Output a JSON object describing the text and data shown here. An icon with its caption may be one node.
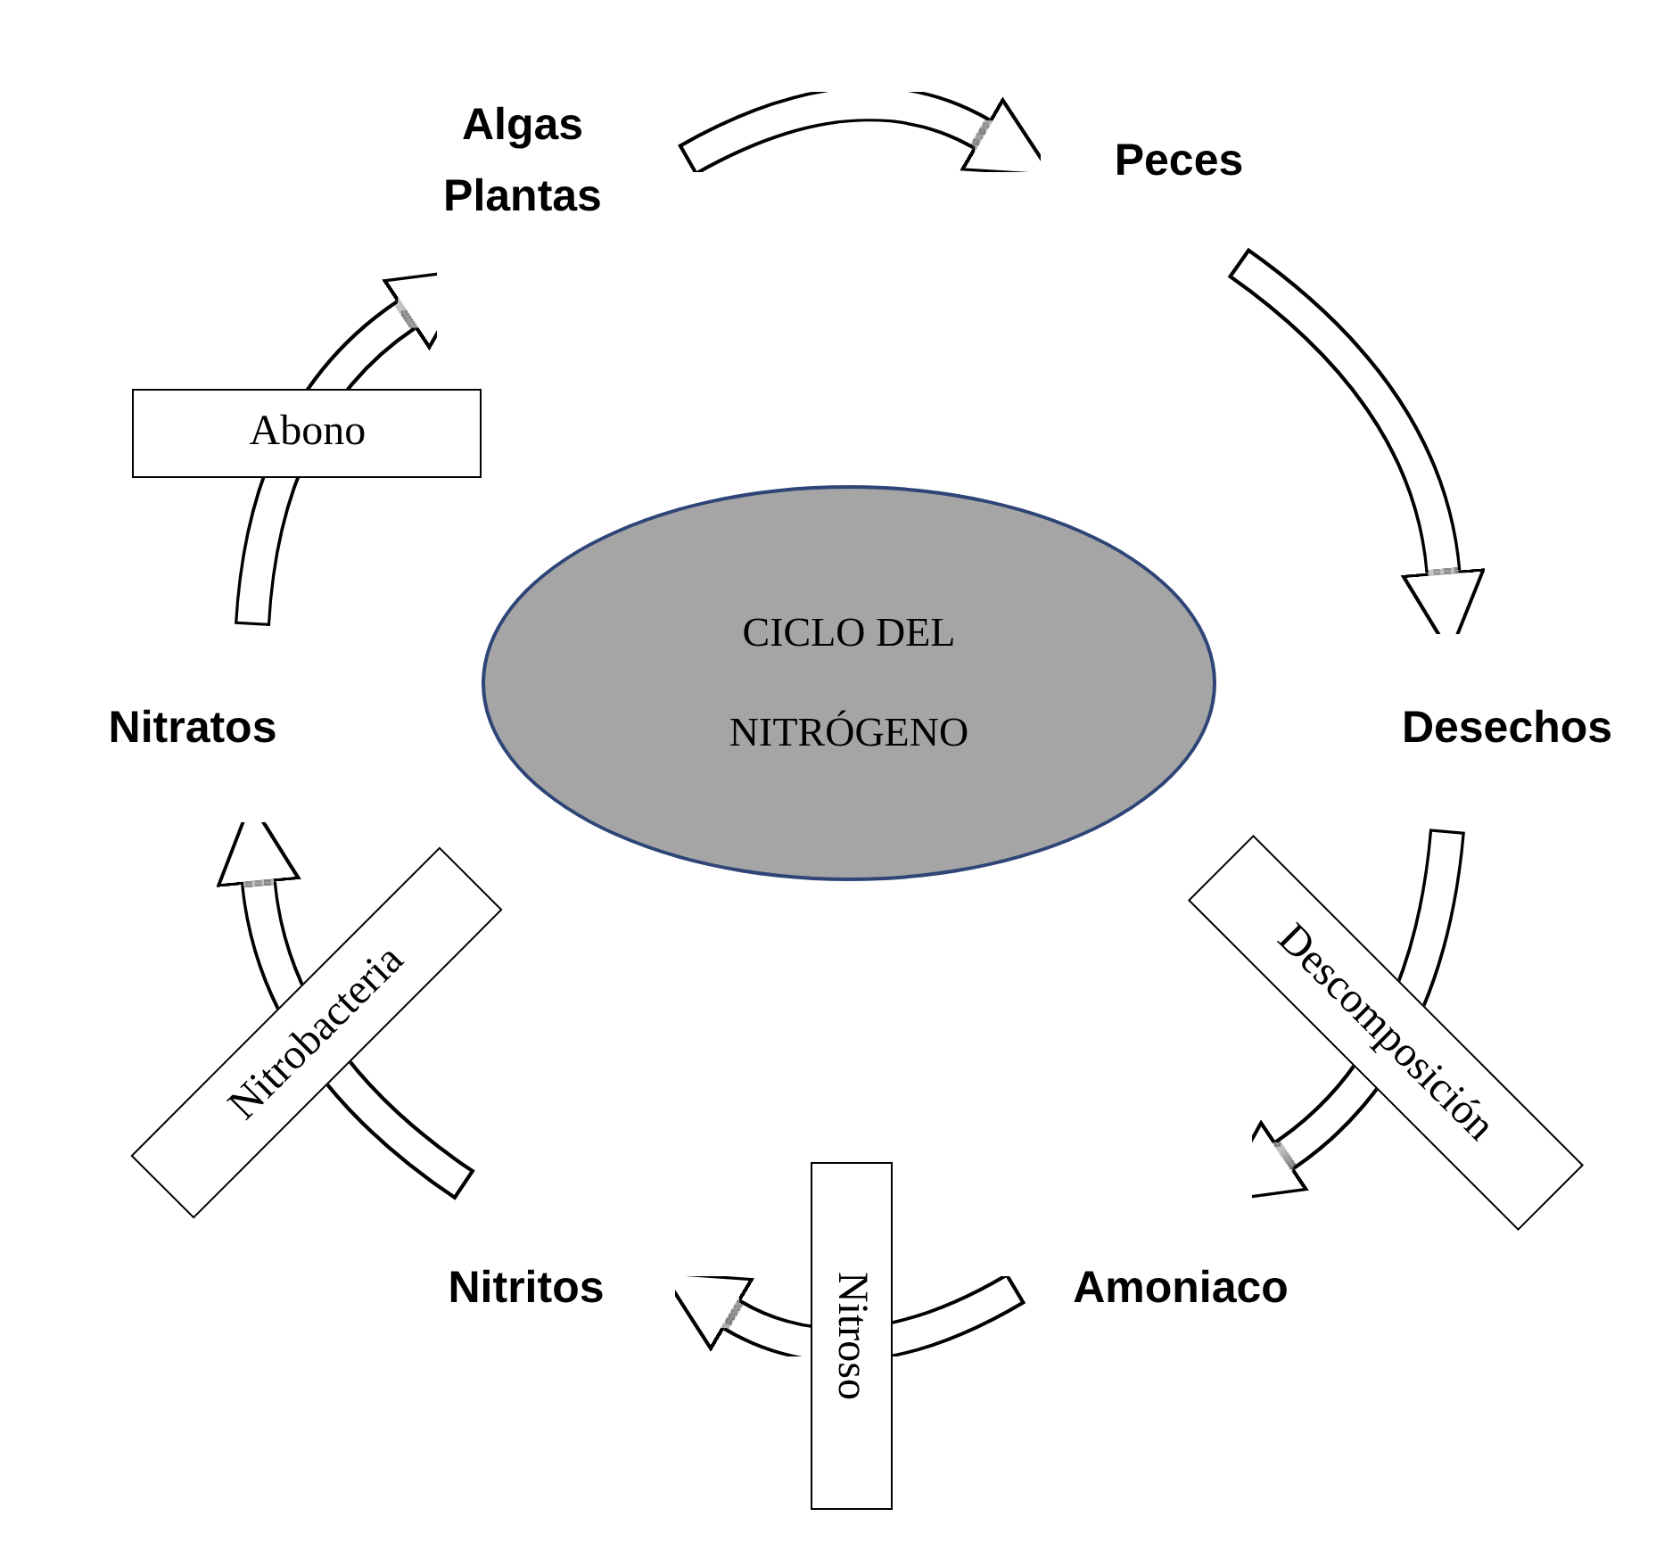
{
  "diagram": {
    "nodes": [
      {
        "text": [
          "Algas Plantas"
        ]
      },
      {
        "text": [
          "Peces"
        ]
      },
      {
        "text": [
          "Desechos"
        ]
      },
      {
        "text": [
          "Amoniaco"
        ]
      },
      {
        "text": [
          "Nitritos"
        ]
      },
      {
        "text": [
          "Nitratos"
        ]
      },
      {
        "text": [
          "CICLO DEL NITRÓGENO"
        ]
      }
    ],
    "edges": [
      {
        "from": 0,
        "to": 1,
        "arrow": "to"
      },
      {
        "from": 1,
        "to": 2,
        "arrow": "to"
      },
      {
        "from": 2,
        "to": 3,
        "arrow": "to",
        "label": "Descomposición"
      },
      {
        "from": 3,
        "to": 4,
        "arrow": "to",
        "label": "Nitroso"
      },
      {
        "from": 4,
        "to": 5,
        "arrow": "to",
        "label": "Nitrobacteria"
      },
      {
        "from": 5,
        "to": 0,
        "arrow": "to",
        "label": "Abono"
      }
    ]
  }
}
